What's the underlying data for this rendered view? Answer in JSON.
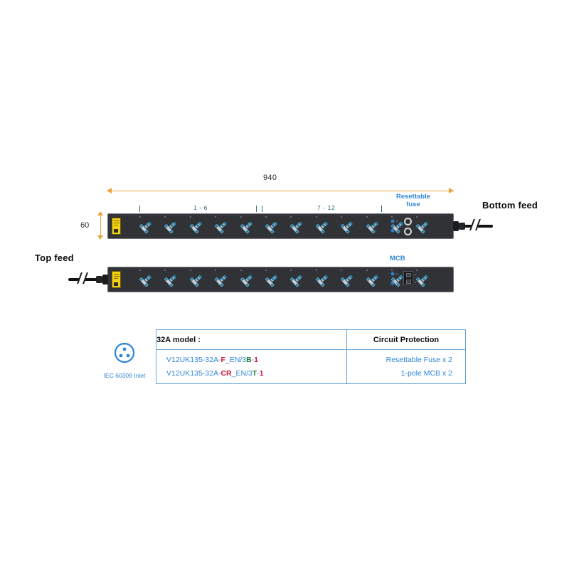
{
  "diagram": {
    "dimensions": {
      "length_label": "940",
      "height_label": "60"
    },
    "feeds": {
      "bottom_feed_label": "Bottom feed",
      "top_feed_label": "Top feed"
    },
    "annotations": {
      "resettable_fuse_line1": "Resettable",
      "resettable_fuse_line2": "fuse",
      "mcb_label": "MCB",
      "group_1_label": "1 - 6",
      "group_2_label": "7 - 12"
    },
    "inlet": {
      "caption": "IEC 60309 Inlet"
    },
    "outlet_count": 12
  },
  "table": {
    "headers": {
      "model": "32A model :",
      "protection": "Circuit Protection"
    },
    "rows": [
      {
        "model_parts": [
          {
            "text": "V12UK135-32A-",
            "color": "blue"
          },
          {
            "text": "F",
            "color": "red"
          },
          {
            "text": "_EN/3",
            "color": "blue"
          },
          {
            "text": "B",
            "color": "green"
          },
          {
            "text": "-",
            "color": "blue"
          },
          {
            "text": "1",
            "color": "red"
          }
        ],
        "model_plain": "V12UK135-32A-F_EN/3B-1",
        "protection": "Resettable Fuse x 2"
      },
      {
        "model_parts": [
          {
            "text": "V12UK135-32A-",
            "color": "blue"
          },
          {
            "text": "CR",
            "color": "red"
          },
          {
            "text": "_EN/3",
            "color": "blue"
          },
          {
            "text": "T",
            "color": "green"
          },
          {
            "text": "-",
            "color": "blue"
          },
          {
            "text": "1",
            "color": "red"
          }
        ],
        "model_plain": "V12UK135-32A-CR_EN/3T-1",
        "protection": "1-pole MCB x 2"
      }
    ]
  },
  "colors": {
    "accent_blue": "#2f86d8",
    "dimension_orange": "#e8a33d",
    "table_border": "#69a6d6",
    "group_green": "#2f6b5d",
    "red": "#d1123a",
    "green": "#1d7a34",
    "pdu_body": "#343539",
    "rating_label_yellow": "#f5d211"
  }
}
